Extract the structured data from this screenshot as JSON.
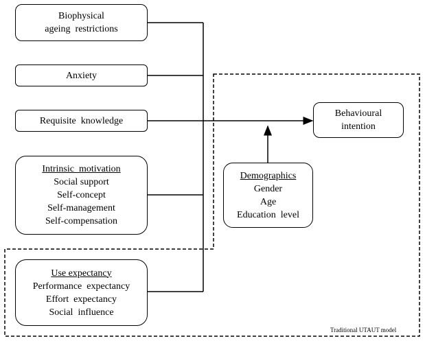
{
  "boxes": {
    "biophysical": {
      "line1": "Biophysical",
      "line2": "ageing  restrictions"
    },
    "anxiety": {
      "label": "Anxiety"
    },
    "requisite": {
      "label": "Requisite  knowledge"
    },
    "intrinsic": {
      "title": "Intrinsic  motivation",
      "items": [
        "Social support",
        "Self-concept",
        "Self-management",
        "Self-compensation"
      ]
    },
    "use_expectancy": {
      "title": "Use expectancy",
      "items": [
        "Performance  expectancy",
        "Effort  expectancy",
        "Social  influence"
      ]
    },
    "demographics": {
      "title": "Demographics",
      "items": [
        "Gender",
        "Age",
        "Education  level"
      ]
    },
    "behavioural": {
      "line1": "Behavioural",
      "line2": "intention"
    }
  },
  "region_label": "Traditional UTAUT model"
}
